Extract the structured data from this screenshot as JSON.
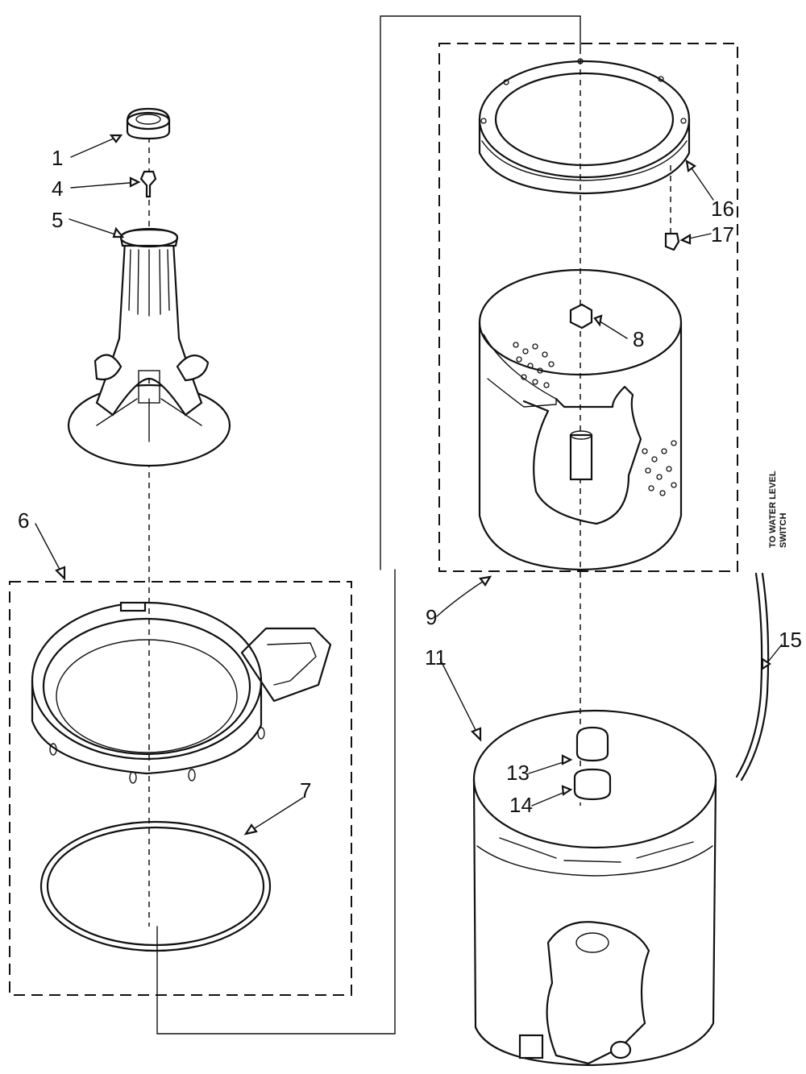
{
  "diagram": {
    "callouts": [
      "1",
      "4",
      "5",
      "6",
      "7",
      "8",
      "9",
      "11",
      "13",
      "14",
      "15",
      "16",
      "17"
    ],
    "side_note_lines": [
      "TO WATER LEVEL",
      "SWITCH"
    ]
  }
}
